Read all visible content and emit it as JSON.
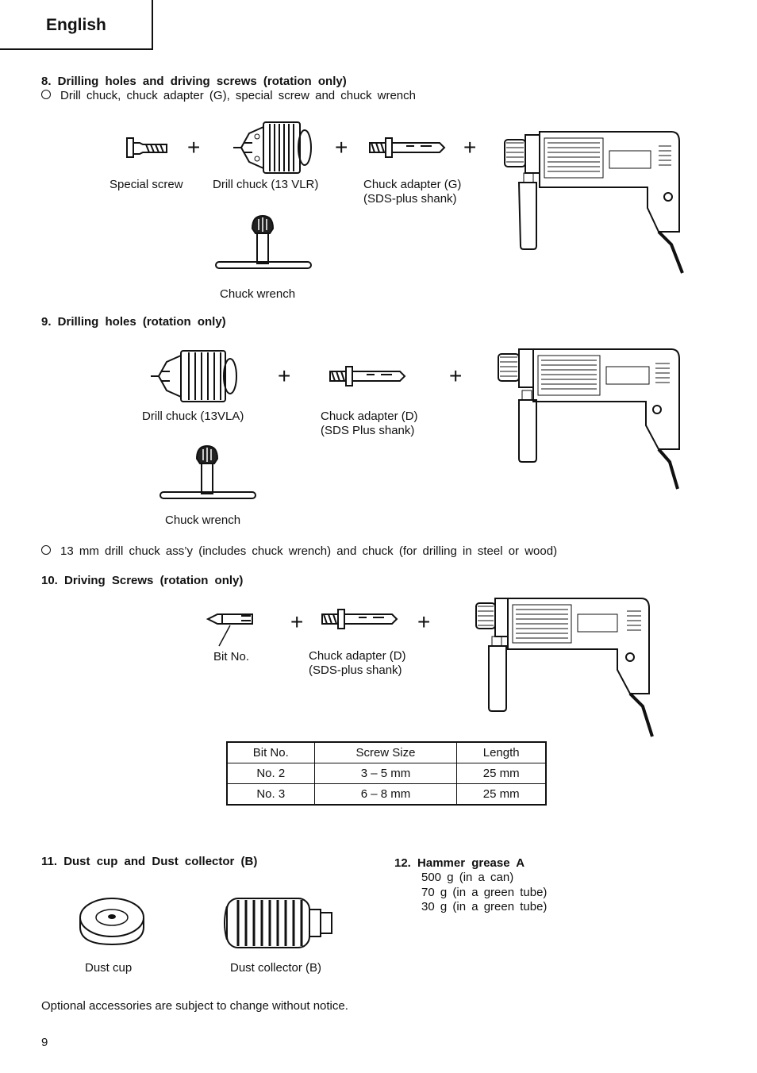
{
  "header": {
    "language_tab": "English"
  },
  "section8": {
    "title": "8.  Drilling  holes  and  driving  screws  (rotation  only)",
    "subtitle": "Drill  chuck,  chuck  adapter  (G),  special  screw  and  chuck  wrench",
    "labels": {
      "special_screw": "Special screw",
      "drill_chuck": "Drill chuck (13 VLR)",
      "adapter_line1": "Chuck adapter (G)",
      "adapter_line2": "(SDS-plus shank)",
      "wrench": "Chuck wrench"
    }
  },
  "section9": {
    "title": "9.  Drilling  holes  (rotation  only)",
    "labels": {
      "drill_chuck": "Drill chuck (13VLA)",
      "adapter_line1": "Chuck adapter (D)",
      "adapter_line2": "(SDS Plus shank)",
      "wrench": "Chuck wrench"
    },
    "note": "13  mm  drill  chuck  ass’y  (includes  chuck  wrench)  and  chuck  (for  drilling  in  steel  or  wood)"
  },
  "section10": {
    "title": "10.  Driving  Screws  (rotation  only)",
    "labels": {
      "bit": "Bit No.",
      "adapter_line1": "Chuck adapter (D)",
      "adapter_line2": "(SDS-plus shank)"
    },
    "table": {
      "headers": [
        "Bit No.",
        "Screw Size",
        "Length"
      ],
      "rows": [
        [
          "No. 2",
          "3 – 5 mm",
          "25 mm"
        ],
        [
          "No. 3",
          "6 – 8 mm",
          "25 mm"
        ]
      ]
    }
  },
  "section11": {
    "title": "11.  Dust  cup  and  Dust  collector  (B)",
    "labels": {
      "dust_cup": "Dust cup",
      "dust_collector": "Dust collector (B)"
    }
  },
  "section12": {
    "title": "12.  Hammer  grease  A",
    "items": [
      "500  g  (in  a  can)",
      "70  g  (in  a  green  tube)",
      "30  g  (in  a  green  tube)"
    ]
  },
  "footer": {
    "notice": "Optional accessories are subject to change without notice.",
    "page_number": "9"
  },
  "symbols": {
    "plus": "+"
  }
}
